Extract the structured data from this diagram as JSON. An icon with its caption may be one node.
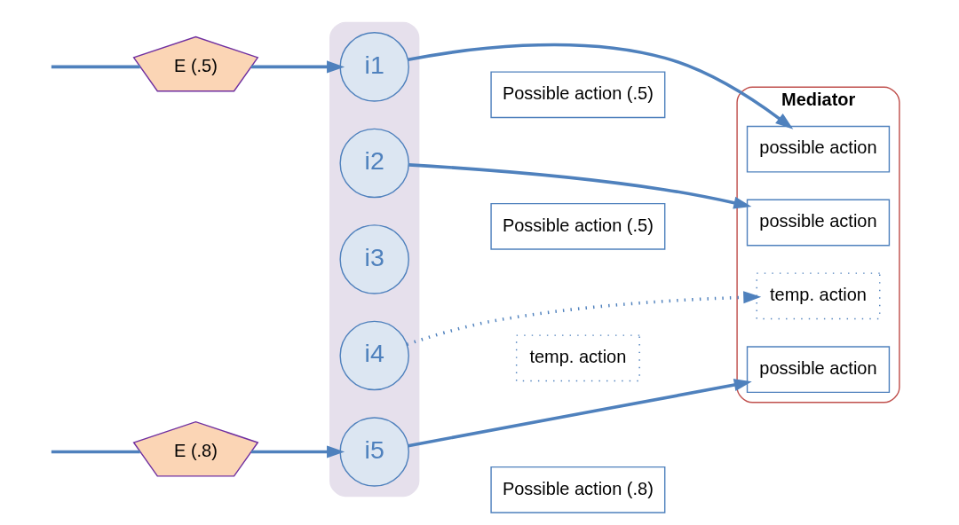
{
  "diagram": {
    "nodes": [
      {
        "text": [],
        "shape": "ellipse"
      },
      {
        "text": [
          "i1"
        ],
        "in": 0
      },
      {
        "text": [
          "i2"
        ],
        "in": 0
      },
      {
        "text": [
          "i3"
        ],
        "in": 0
      },
      {
        "text": [
          "i4"
        ],
        "in": 0
      },
      {
        "text": [
          "i5"
        ],
        "in": 0
      },
      {
        "text": [
          "Mediator"
        ]
      },
      {
        "text": [
          "possible action"
        ],
        "in": 6
      },
      {
        "text": [
          "possible action"
        ],
        "in": 6
      },
      {
        "text": [
          "temp. action"
        ],
        "in": 6
      },
      {
        "text": [
          "possible action"
        ],
        "in": 6
      },
      {
        "text": [
          "Possible action (.5)"
        ]
      },
      {
        "text": [
          "Possible action (.5)"
        ]
      },
      {
        "text": [
          "temp. action"
        ]
      },
      {
        "text": [
          "Possible action (.8)"
        ]
      },
      {
        "text": [
          "E (.5)"
        ]
      },
      {
        "text": [
          "E (.8)"
        ]
      }
    ],
    "edges": [
      {
        "from": null,
        "to": 15,
        "arrow": "none"
      },
      {
        "from": 15,
        "to": 1,
        "arrow": "to"
      },
      {
        "from": null,
        "to": 16,
        "arrow": "none"
      },
      {
        "from": 16,
        "to": 5,
        "arrow": "to"
      },
      {
        "from": 1,
        "to": 7,
        "arrow": "to"
      },
      {
        "from": 2,
        "to": 8,
        "arrow": "to"
      },
      {
        "from": 4,
        "to": 9,
        "arrow": "to",
        "style": "dashed"
      },
      {
        "from": 5,
        "to": 10,
        "arrow": "to"
      }
    ]
  }
}
